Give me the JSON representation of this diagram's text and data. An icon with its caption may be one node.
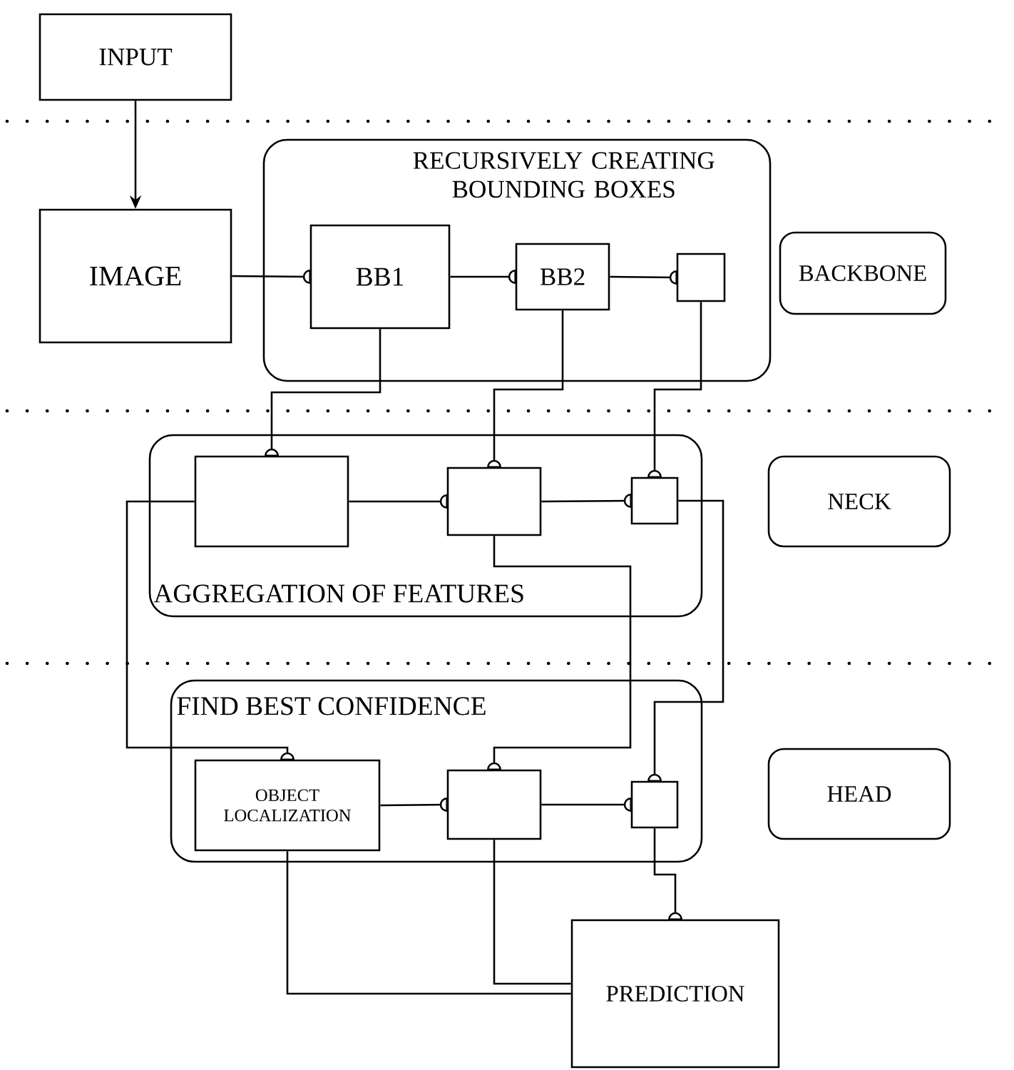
{
  "diagram": {
    "nodes": [
      {
        "text": [
          "INPUT"
        ]
      },
      {
        "text": [
          "IMAGE"
        ]
      },
      {
        "text": [
          "RECURSIVELY CREATING BOUNDING BOXES"
        ]
      },
      {
        "text": [
          "BB1"
        ],
        "in": 2
      },
      {
        "text": [
          "BB2"
        ],
        "in": 2
      },
      {
        "text": [],
        "shape": "box",
        "in": 2
      },
      {
        "text": [
          "BACKBONE"
        ]
      },
      {
        "text": [
          "AGGREGATION OF FEATURES"
        ]
      },
      {
        "text": [],
        "shape": "box",
        "in": 7
      },
      {
        "text": [],
        "shape": "box",
        "in": 7
      },
      {
        "text": [],
        "shape": "box",
        "in": 7
      },
      {
        "text": [
          "NECK"
        ]
      },
      {
        "text": [
          "FIND BEST CONFIDENCE"
        ]
      },
      {
        "text": [
          "OBJECT LOCALIZATION"
        ],
        "in": 12
      },
      {
        "text": [],
        "shape": "box",
        "in": 12
      },
      {
        "text": [],
        "shape": "box",
        "in": 12
      },
      {
        "text": [
          "HEAD"
        ]
      },
      {
        "text": [
          "PREDICTION"
        ]
      }
    ],
    "edges": [
      {
        "from": 0,
        "to": 1,
        "arrow": "to"
      },
      {
        "from": 1,
        "to": 3,
        "arrow": "other"
      },
      {
        "from": 3,
        "to": 4,
        "arrow": "other"
      },
      {
        "from": 4,
        "to": 5,
        "arrow": "other"
      },
      {
        "from": 3,
        "to": 8,
        "arrow": "other"
      },
      {
        "from": 4,
        "to": 9,
        "arrow": "other"
      },
      {
        "from": 5,
        "to": 10,
        "arrow": "other"
      },
      {
        "from": 8,
        "to": 9,
        "arrow": "other"
      },
      {
        "from": 9,
        "to": 10,
        "arrow": "other"
      },
      {
        "from": 8,
        "to": 13,
        "arrow": "other"
      },
      {
        "from": 9,
        "to": 14,
        "arrow": "other"
      },
      {
        "from": 10,
        "to": 15,
        "arrow": "other"
      },
      {
        "from": 13,
        "to": 14,
        "arrow": "other"
      },
      {
        "from": 14,
        "to": 15,
        "arrow": "other"
      },
      {
        "from": 13,
        "to": 17,
        "arrow": "none"
      },
      {
        "from": 14,
        "to": 17,
        "arrow": "none"
      },
      {
        "from": 15,
        "to": 17,
        "arrow": "other"
      }
    ]
  }
}
